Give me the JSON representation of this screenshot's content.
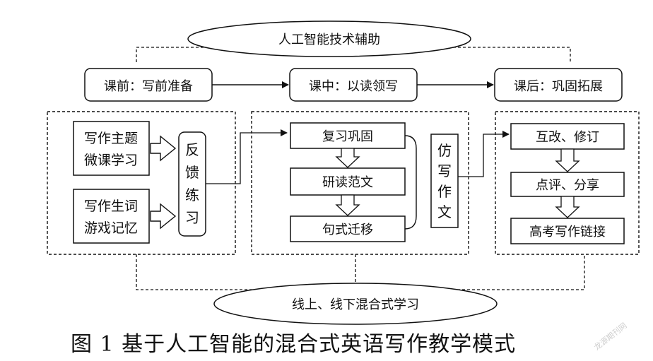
{
  "top_ellipse": "人工智能技术辅助",
  "bottom_ellipse": "线上、线下混合式学习",
  "stages": {
    "before": "课前：写前准备",
    "during": "课中：以读领写",
    "after": "课后：巩固拓展"
  },
  "before_class": {
    "box1_line1": "写作主题",
    "box1_line2": "微课学习",
    "box2_line1": "写作生词",
    "box2_line2": "游戏记忆",
    "feedback": [
      "反",
      "馈",
      "练",
      "习"
    ]
  },
  "in_class": {
    "step1": "复习巩固",
    "step2": "研读范文",
    "step3": "句式迁移",
    "imitate": [
      "仿",
      "写",
      "作",
      "文"
    ]
  },
  "after_class": {
    "step1": "互改、修订",
    "step2": "点评、分享",
    "step3": "高考写作链接"
  },
  "caption": "图 1  基于人工智能的混合式英语写作教学模式",
  "watermark": "龙源期刊网"
}
